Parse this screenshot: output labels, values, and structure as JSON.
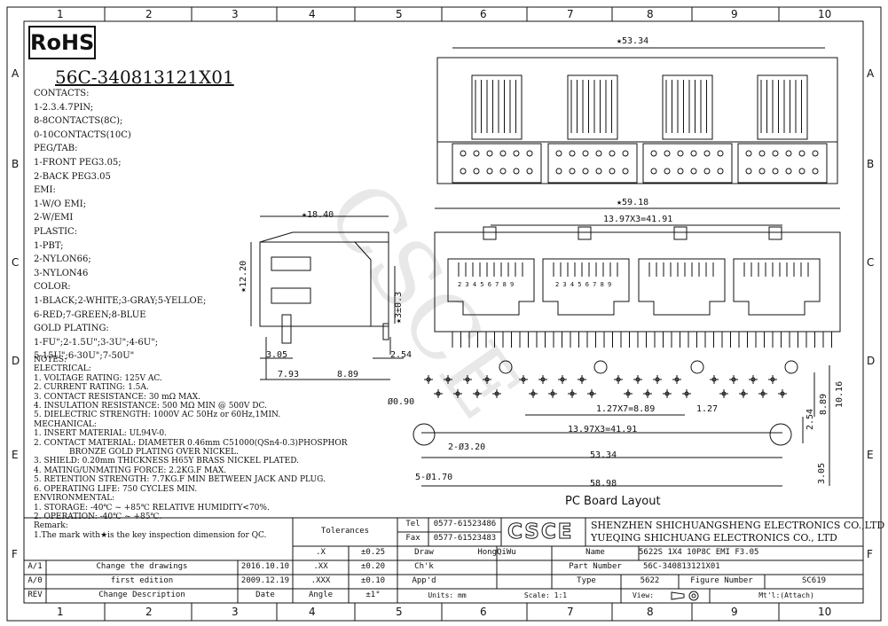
{
  "grid": {
    "cols": [
      "1",
      "2",
      "3",
      "4",
      "5",
      "6",
      "7",
      "8",
      "9",
      "10"
    ],
    "rows": [
      "A",
      "B",
      "C",
      "D",
      "E",
      "F"
    ]
  },
  "rohs": "RoHS",
  "part_code": "56C-340813121X01",
  "options": [
    "CONTACTS:",
    "1-2.3.4.7PIN;",
    "8-8CONTACTS(8C);",
    "0-10CONTACTS(10C)",
    "PEG/TAB:",
    "1-FRONT PEG3.05;",
    "2-BACK PEG3.05",
    "EMI:",
    "1-W/O EMI;",
    "2-W/EMI",
    "PLASTIC:",
    "1-PBT;",
    "2-NYLON66;",
    "3-NYLON46",
    "COLOR:",
    "1-BLACK;2-WHITE;3-GRAY;5-YELLOE;",
    "6-RED;7-GREEN;8-BLUE",
    "GOLD PLATING:",
    "1-FU\";2-1.5U\";3-3U\";4-6U\";",
    "5-15U\";6-30U\";7-50U\""
  ],
  "notes": [
    "NOTES:",
    "ELECTRICAL:",
    "1. VOLTAGE RATING: 125V AC.",
    "2. CURRENT RATING: 1.5A.",
    "3. CONTACT RESISTANCE: 30 mΩ MAX.",
    "4. INSULATION RESISTANCE: 500 MΩ MIN @ 500V DC.",
    "5. DIELECTRIC STRENGTH: 1000V AC 50Hz or 60Hz,1MIN.",
    "MECHANICAL:",
    "1. INSERT MATERIAL: UL94V-0.",
    "2. CONTACT MATERIAL: DIAMETER 0.46mm C51000(QSn4-0.3)PHOSPHOR",
    "              BRONZE GOLD PLATING OVER NICKEL.",
    "3. SHIELD: 0.20mm THICKNESS H65Y BRASS NICKEL PLATED.",
    "4. MATING/UNMATING FORCE: 2.2KG.F MAX.",
    "5. RETENTION STRENGTH: 7.7KG.F MIN BETWEEN JACK AND PLUG.",
    "6. OPERATING LIFE: 750 CYCLES MIN.",
    "ENVIRONMENTAL:",
    "1. STORAGE: -40℃ ~ +85℃ RELATIVE HUMIDITY<70%.",
    "2. OPERATION: -40℃ ~ +85℃.",
    "Remark:",
    "1.The mark with★is the key inspection dimension for QC."
  ],
  "dims": {
    "side_width": "★18.40",
    "side_height": "★12.20",
    "side_peg": "★3±0.3",
    "side_305": "3.05",
    "side_254": "2.54",
    "side_793": "7.93",
    "side_889": "8.89",
    "top_width": "★53.34",
    "front_width": "★59.18",
    "front_pitch": "13.97X3=41.91",
    "pcb_hole": "Ø0.90",
    "pcb_127x7": "1.27X7=8.89",
    "pcb_127": "1.27",
    "pcb_pitch": "13.97X3=41.91",
    "pcb_2hole": "2-Ø3.20",
    "pcb_5334": "53.34",
    "pcb_5hole": "5-Ø1.70",
    "pcb_5898": "58.98",
    "pcb_1016": "10.16",
    "pcb_889": "8.89",
    "pcb_254": "2.54",
    "pcb_305": "3.05",
    "pin_numbers": "2 3 4 5 6 7 8 9"
  },
  "pcb_title": "PC Board Layout",
  "watermark": "CSCE",
  "title_block": {
    "tolerances": "Tolerances",
    "tol_rows": [
      {
        "k": ".X",
        "v": "±0.25"
      },
      {
        "k": ".XX",
        "v": "±0.20"
      },
      {
        "k": ".XXX",
        "v": "±0.10"
      },
      {
        "k": "Angle",
        "v": "±1°"
      }
    ],
    "tel_label": "Tel",
    "tel": "0577-61523486",
    "fax_label": "Fax",
    "fax": "0577-61523483",
    "logo": "CSCE",
    "company_1": "SHENZHEN SHICHUANGSHENG ELECTRONICS CO.,LTD",
    "company_2": "YUEQING SHICHUANG ELECTRONICS CO., LTD",
    "draw_label": "Draw",
    "draw_name": "HongQiWu",
    "name_label": "Name",
    "name_value": "5622S 1X4 10P8C EMI F3.05",
    "chk_label": "Ch'k",
    "part_label": "Part Number",
    "part_value": "56C-340813121X01",
    "appd_label": "App'd",
    "type_label": "Type",
    "type_value": "5622",
    "figure_label": "Figure Number",
    "figure_value": "SC619",
    "units_label": "Units: mm",
    "scale_label": "Scale: 1:1",
    "view_label": "View:",
    "mtl_label": "Mt'l:(Attach)",
    "rev_rows": [
      {
        "rev": "A/1",
        "desc": "Change the drawings",
        "date": "2016.10.10"
      },
      {
        "rev": "A/0",
        "desc": "first edition",
        "date": "2009.12.19"
      }
    ],
    "rev_header": {
      "rev": "REV",
      "desc": "Change Description",
      "date": "Date"
    }
  }
}
